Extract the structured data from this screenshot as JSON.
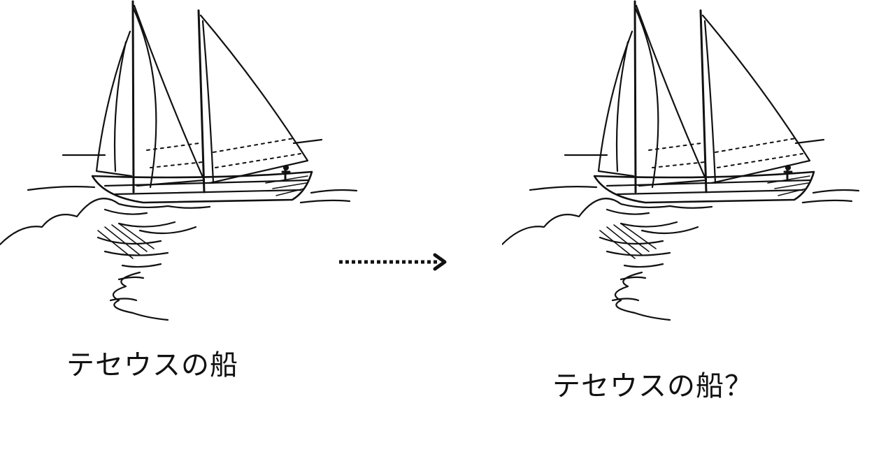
{
  "captions": {
    "original": "テセウスの船",
    "replaced": "テセウスの船？"
  },
  "arrow": {
    "style": "dotted",
    "direction": "right"
  },
  "illustration": {
    "subject": "sailing-schooner",
    "count": 2
  }
}
